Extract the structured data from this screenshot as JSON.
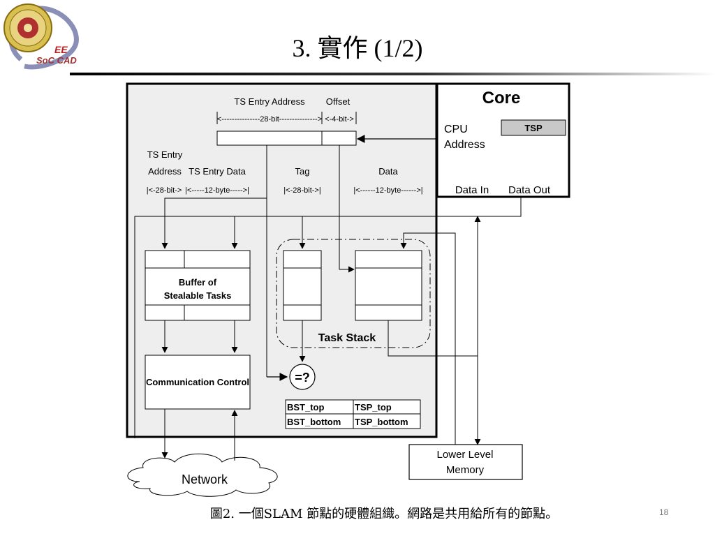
{
  "slide": {
    "title": "3. 實作 (1/2)",
    "caption": "圖2. 一個SLAM 節點的硬體組織。網路是共用給所有的節點。",
    "page_number": "18"
  },
  "logo": {
    "line1": "EE",
    "line2": "SoC CAD"
  },
  "diagram": {
    "address_header": {
      "ts_entry_address": "TS Entry Address",
      "offset": "Offset",
      "bits_28": "<---------------28-bit--------------->",
      "bits_4": "<-4-bit->"
    },
    "field_headers": {
      "ts_entry": "TS Entry",
      "address": "Address",
      "address_bits": "|<-28-bit->",
      "ts_entry_data": "TS Entry Data",
      "data_bytes": "|<-----12-byte----->|",
      "tag": "Tag",
      "tag_bits": "|<-28-bit->|",
      "data": "Data",
      "data_bits": "|<------12-byte------>|"
    },
    "core": {
      "title": "Core",
      "cpu_line1": "CPU",
      "cpu_line2": "Address",
      "tsp": "TSP",
      "data_in": "Data In",
      "data_out": "Data Out"
    },
    "buffer": {
      "line1": "Buffer of",
      "line2": "Stealable Tasks"
    },
    "task_stack": "Task Stack",
    "communication_control": "Communication Control",
    "compare": "=?",
    "registers": {
      "bst_top": "BST_top",
      "tsp_top": "TSP_top",
      "bst_bottom": "BST_bottom",
      "tsp_bottom": "TSP_bottom"
    },
    "lower_memory": {
      "line1": "Lower Level",
      "line2": "Memory"
    },
    "network": "Network"
  }
}
